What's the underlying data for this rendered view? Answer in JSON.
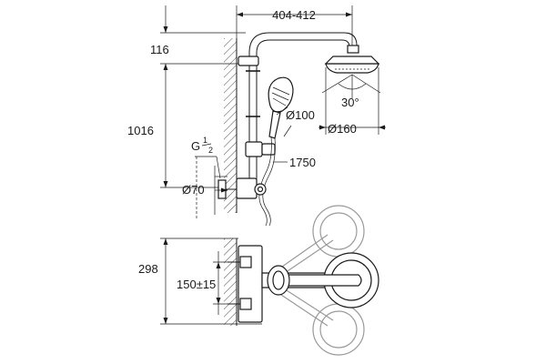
{
  "dimensions": {
    "arm_width": "404-412",
    "top_offset": "116",
    "total_height": "1016",
    "connection_thread_main": "G",
    "connection_thread_fraction_num": "1",
    "connection_thread_fraction_den": "2",
    "wall_rosette_diameter": "Ø70",
    "hand_shower_diameter": "Ø100",
    "head_shower_diameter": "Ø160",
    "head_tilt_angle": "30°",
    "hose_length": "1750",
    "mixer_depth": "298",
    "centre_distance": "150±15"
  },
  "colors": {
    "line": "#1a1a1a",
    "swing": "#9a9a9a"
  }
}
